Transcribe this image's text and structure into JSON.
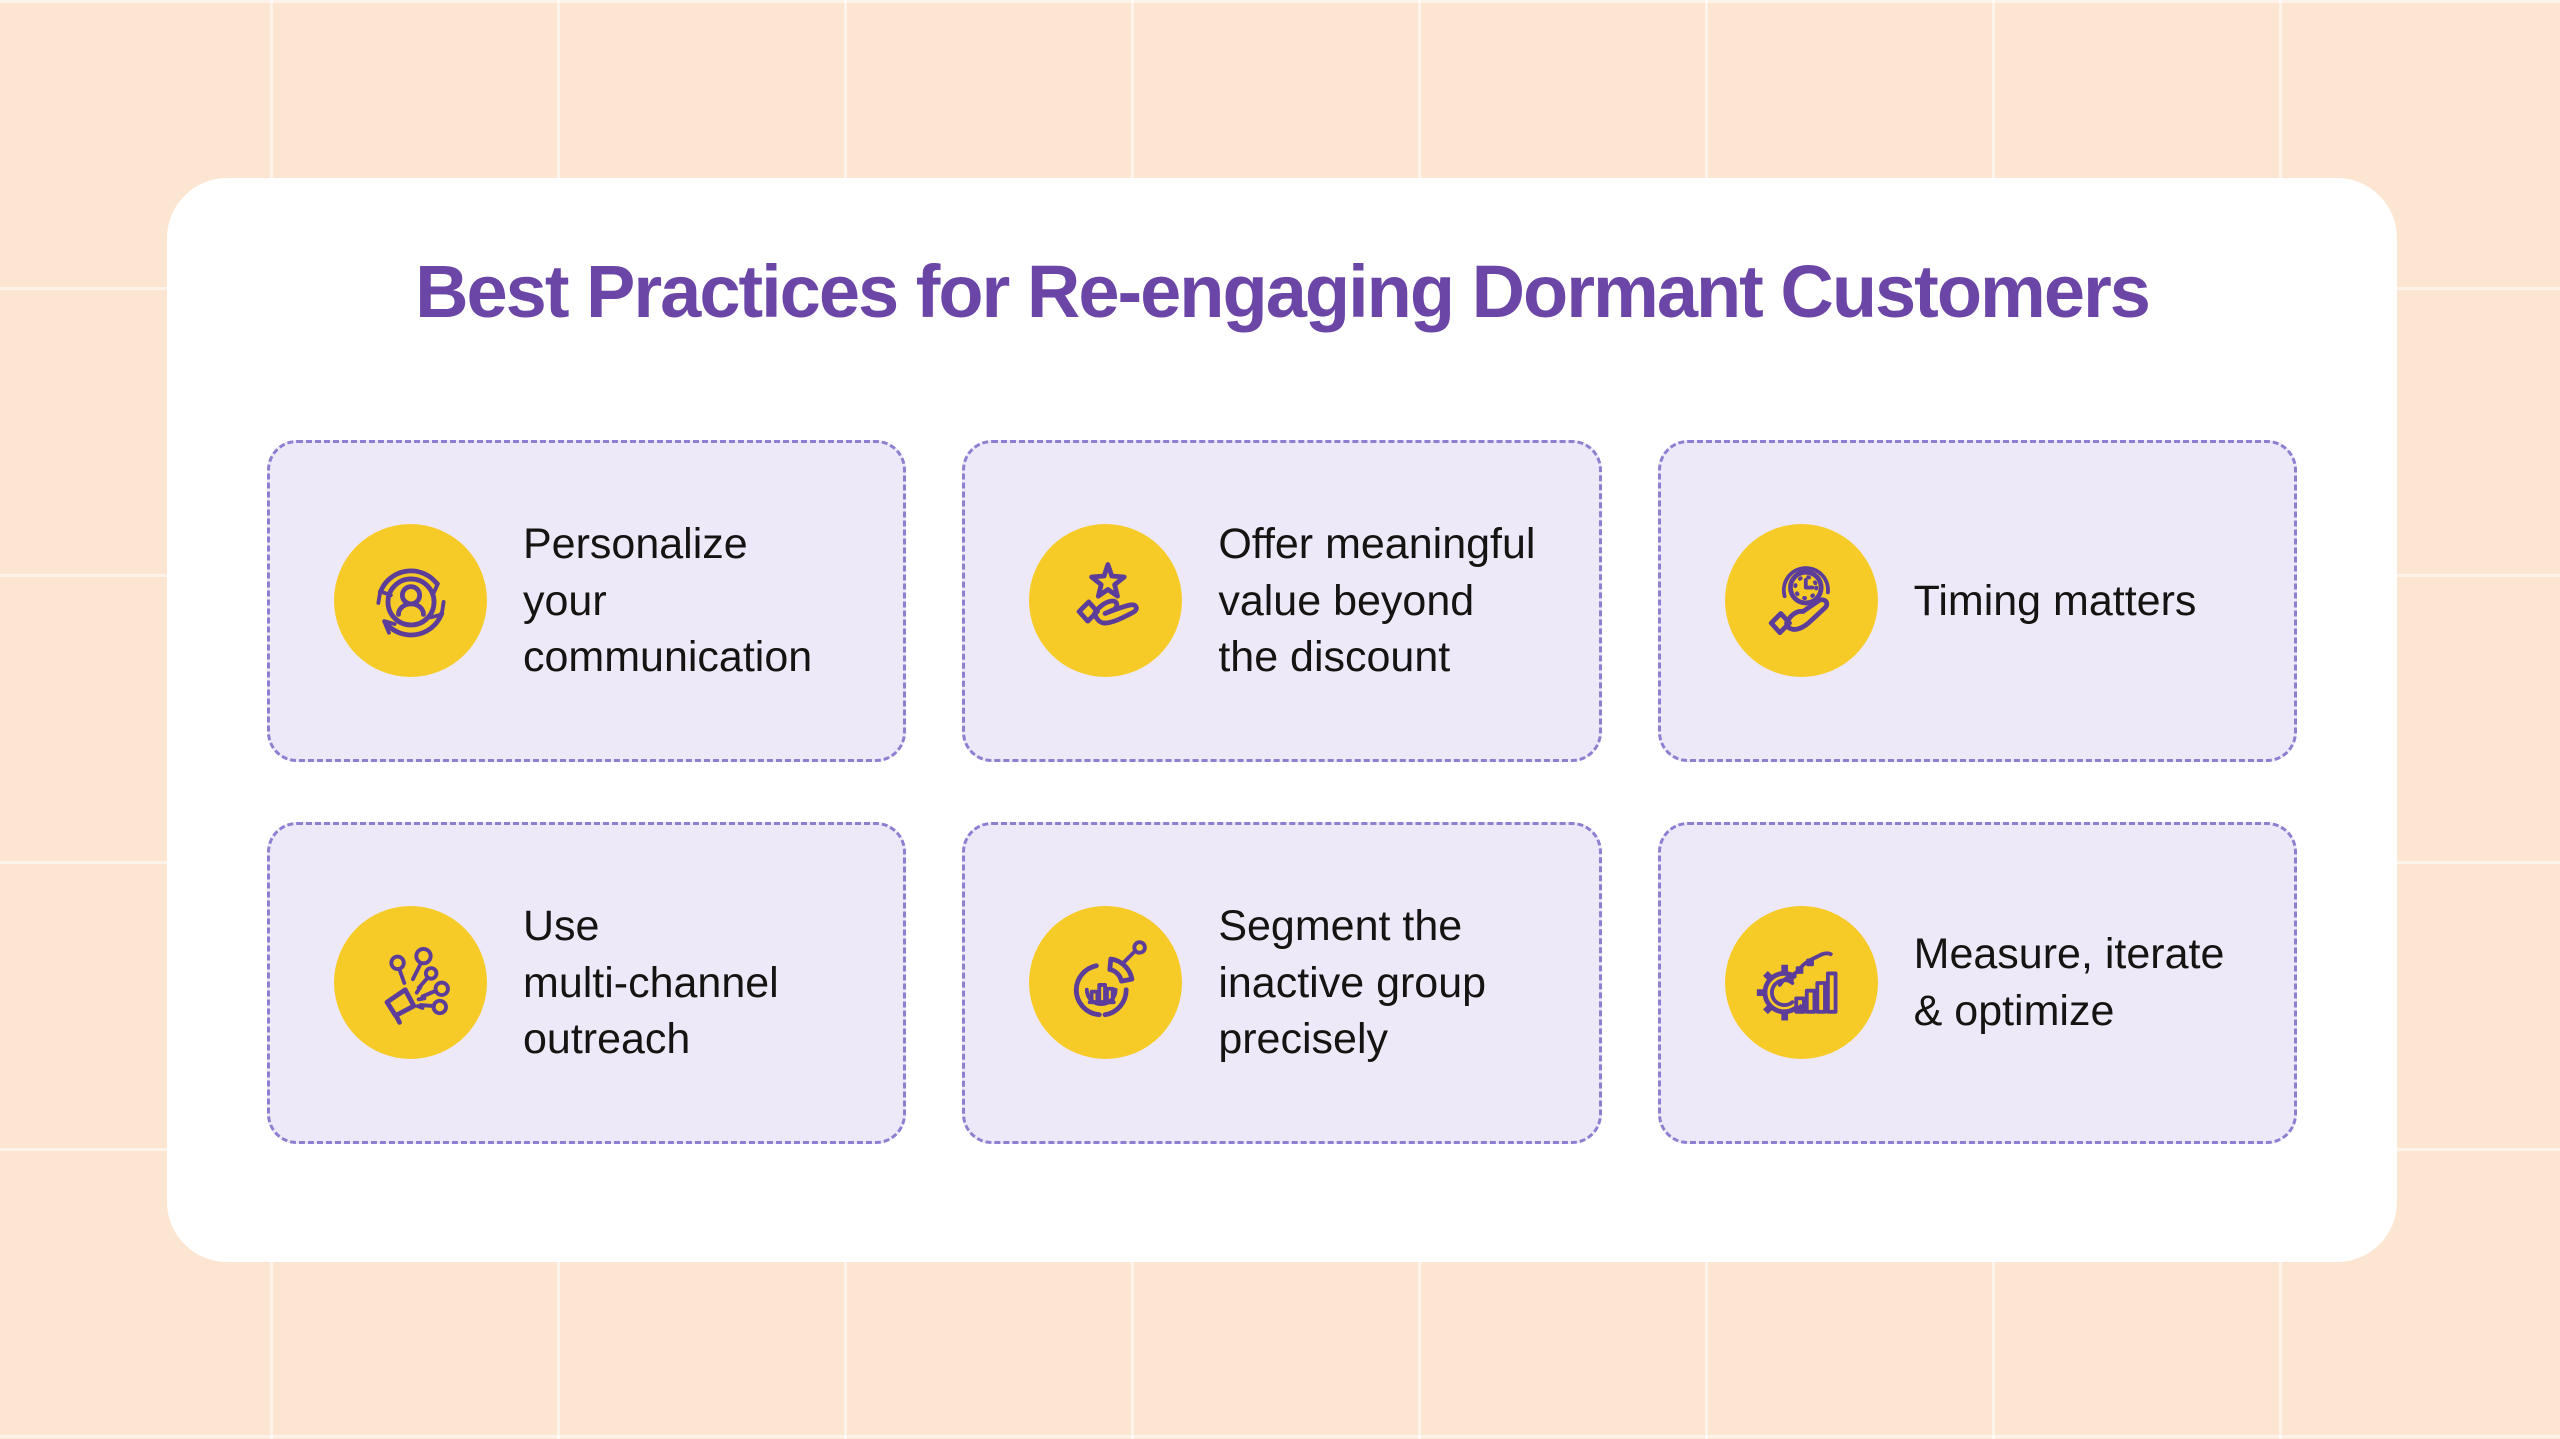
{
  "page": {
    "title": "Best Practices for Re-engaging Dormant Customers"
  },
  "colors": {
    "page_bg": "#fce5d1",
    "grid_line": "rgba(255,255,255,0.55)",
    "panel_bg": "#ffffff",
    "card_bg": "#ede9f8",
    "card_border": "#8f7fd1",
    "circle_bg": "#f7cb27",
    "icon_stroke": "#5c3d99",
    "title_color": "#6b46a6",
    "card_text": "#161412"
  },
  "cards": [
    {
      "label": "Personalize\nyour\ncommunication",
      "icon": "user-refresh-cycle-icon"
    },
    {
      "label": "Offer meaningful\nvalue beyond\nthe discount",
      "icon": "hand-star-icon"
    },
    {
      "label": "Timing matters",
      "icon": "hand-clock-icon"
    },
    {
      "label": "Use\nmulti-channel\noutreach",
      "icon": "megaphone-channels-icon"
    },
    {
      "label": "Segment the\ninactive group\nprecisely",
      "icon": "segmented-pie-chart-icon"
    },
    {
      "label": "Measure, iterate\n& optimize",
      "icon": "gear-bar-chart-icon"
    }
  ]
}
